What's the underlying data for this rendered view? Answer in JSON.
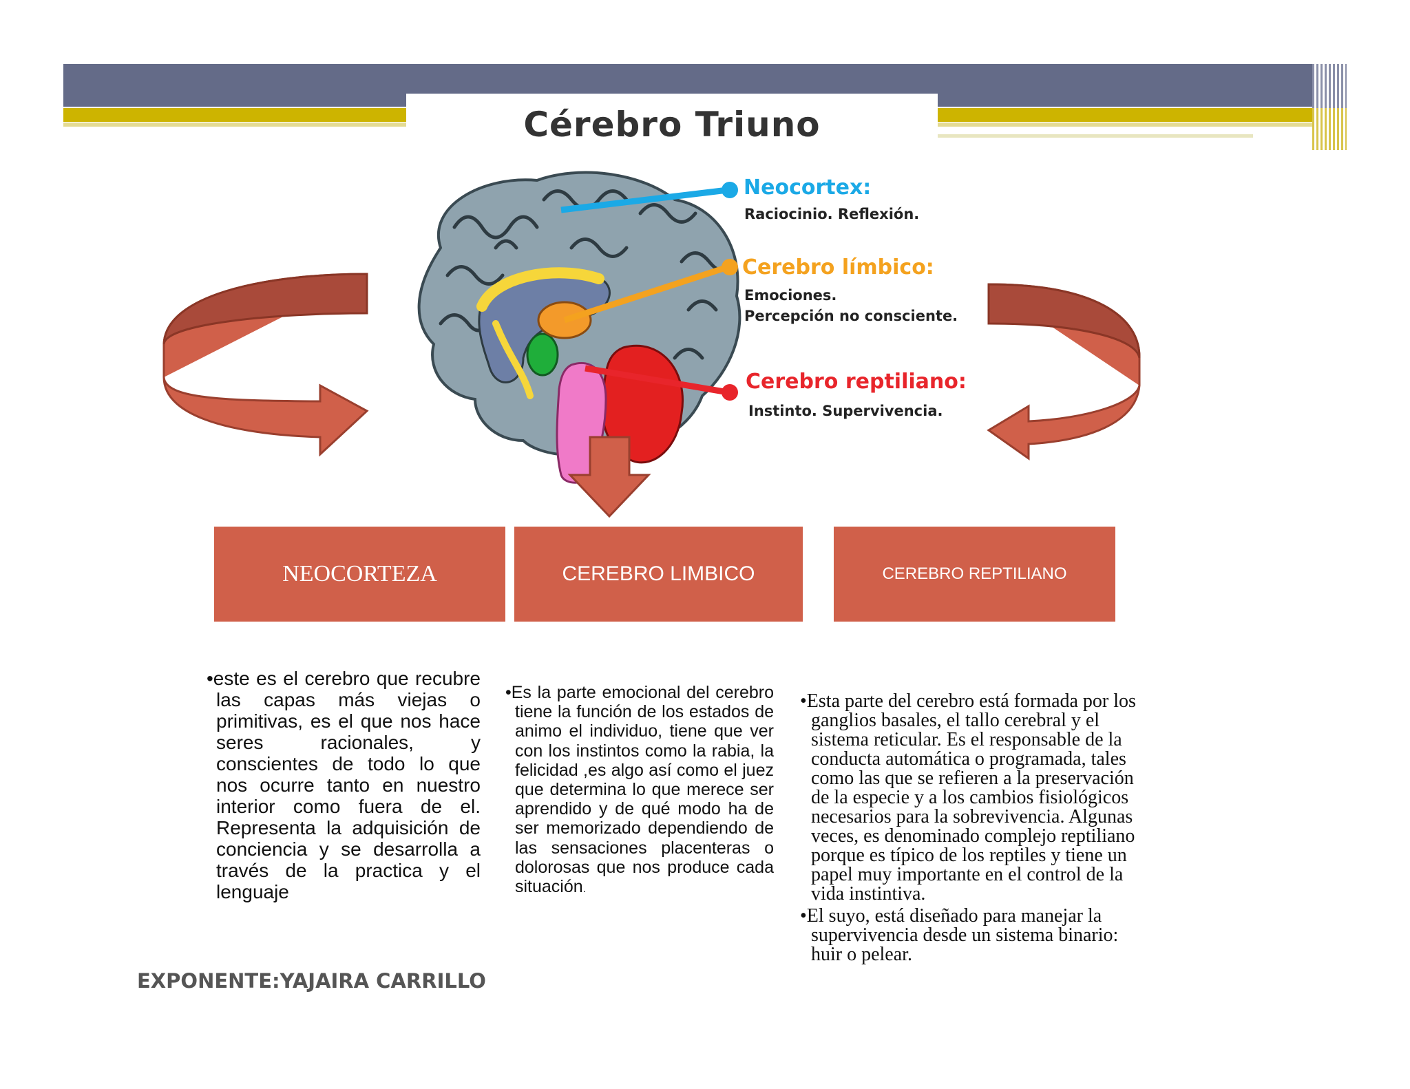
{
  "diagram": {
    "title": "Cérebro Triuno",
    "labels": [
      {
        "name": "Neocortex:",
        "desc": [
          "Raciocinio. Reflexión."
        ],
        "color": "#1ba9e6"
      },
      {
        "name": "Cerebro límbico:",
        "desc": [
          "Emociones.",
          "Percepción no consciente."
        ],
        "color": "#f4a21f"
      },
      {
        "name": "Cerebro reptiliano:",
        "desc": [
          "Instinto. Supervivencia."
        ],
        "color": "#e8252b"
      }
    ]
  },
  "boxes": [
    {
      "label": "NEOCORTEZA"
    },
    {
      "label": "CEREBRO LIMBICO"
    },
    {
      "label": "CEREBRO REPTILIANO"
    }
  ],
  "descriptions": {
    "neocorteza": "•este es el cerebro que recubre las capas más viejas o primitivas, es el que nos hace seres racionales, y conscientes de todo lo que nos ocurre tanto en nuestro interior como fuera de el. Representa la adquisición de conciencia y se desarrolla a través de la practica y el lenguaje",
    "limbico": "•Es la parte emocional del cerebro tiene la función de los estados de animo el individuo, tiene que ver con los instintos como la rabia, la felicidad ,es algo así como el juez que determina lo que merece ser aprendido y de qué modo ha de ser memorizado dependiendo de las sensaciones placenteras o dolorosas que nos produce cada situación",
    "limbico_end": ".",
    "reptiliano": [
      "•Esta parte del cerebro está formada por los ganglios basales, el tallo cerebral y el sistema reticular. Es el responsable de la conducta automática o programada, tales como las que se refieren a la preservación de la especie y a los cambios fisiológicos necesarios para la sobrevivencia. Algunas veces, es denominado complejo reptiliano porque es típico de los reptiles y tiene un papel muy importante en el control de la vida instintiva.",
      "•El suyo, está diseñado para manejar la supervivencia desde un sistema binario: huir o pelear."
    ]
  },
  "footer": {
    "exponente": "EXPONENTE:YAJAIRA CARRILLO"
  },
  "colors": {
    "header": "#646b88",
    "gold": "#cdb400",
    "box": "#d0604a",
    "arrow": "#d0604a",
    "arrow_dark": "#a94a3a"
  }
}
